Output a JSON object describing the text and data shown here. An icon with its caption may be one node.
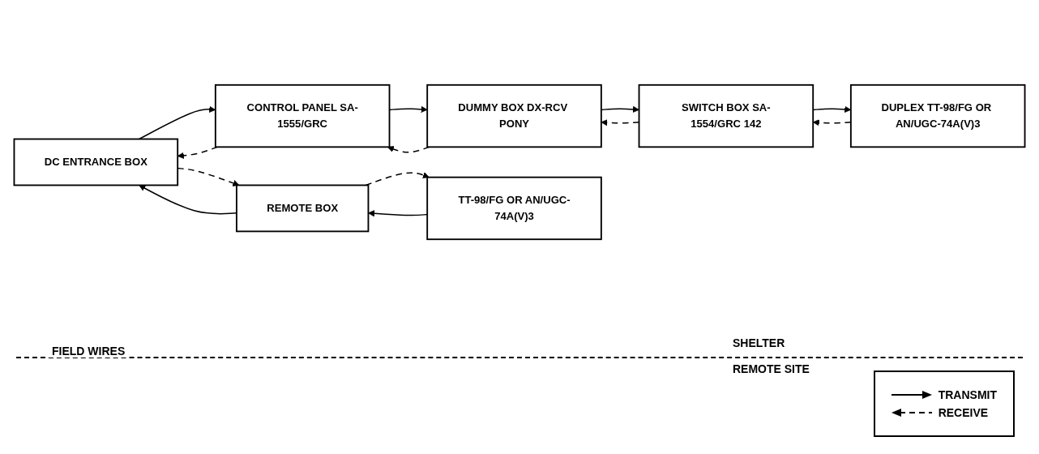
{
  "diagram": {
    "nodes": [
      {
        "text": [
          "DC ENTRANCE BOX"
        ]
      },
      {
        "text": [
          "CONTROL PANEL SA-1555/GRC"
        ]
      },
      {
        "text": [
          "DUMMY BOX DX-RCV PONY"
        ]
      },
      {
        "text": [
          "SWITCH BOX SA-1554/GRC 142"
        ]
      },
      {
        "text": [
          "DUPLEX TT-98/FG OR AN/UGC-74A(V)3"
        ]
      },
      {
        "text": [
          "REMOTE BOX"
        ]
      },
      {
        "text": [
          "TT-98/FG OR AN/UGC-74A(V)3"
        ]
      }
    ],
    "edges": [
      {
        "from": 0,
        "to": 1,
        "arrow": "to"
      },
      {
        "from": 1,
        "to": 0,
        "arrow": "to",
        "style": "dashed"
      },
      {
        "from": 1,
        "to": 2,
        "arrow": "to"
      },
      {
        "from": 2,
        "to": 1,
        "arrow": "to",
        "style": "dashed"
      },
      {
        "from": 2,
        "to": 3,
        "arrow": "to"
      },
      {
        "from": 3,
        "to": 2,
        "arrow": "to",
        "style": "dashed"
      },
      {
        "from": 3,
        "to": 4,
        "arrow": "to"
      },
      {
        "from": 4,
        "to": 3,
        "arrow": "to",
        "style": "dashed"
      },
      {
        "from": 0,
        "to": 5,
        "arrow": "to",
        "style": "dashed"
      },
      {
        "from": 5,
        "to": 0,
        "arrow": "to"
      },
      {
        "from": 6,
        "to": 5,
        "arrow": "to"
      },
      {
        "from": 5,
        "to": 6,
        "arrow": "to",
        "style": "dashed"
      }
    ],
    "labels": [
      "FIELD WIRES",
      "SHELTER",
      "REMOTE SITE"
    ],
    "legend": [
      {
        "text": "TRANSMIT"
      },
      {
        "text": "RECEIVE"
      }
    ]
  }
}
